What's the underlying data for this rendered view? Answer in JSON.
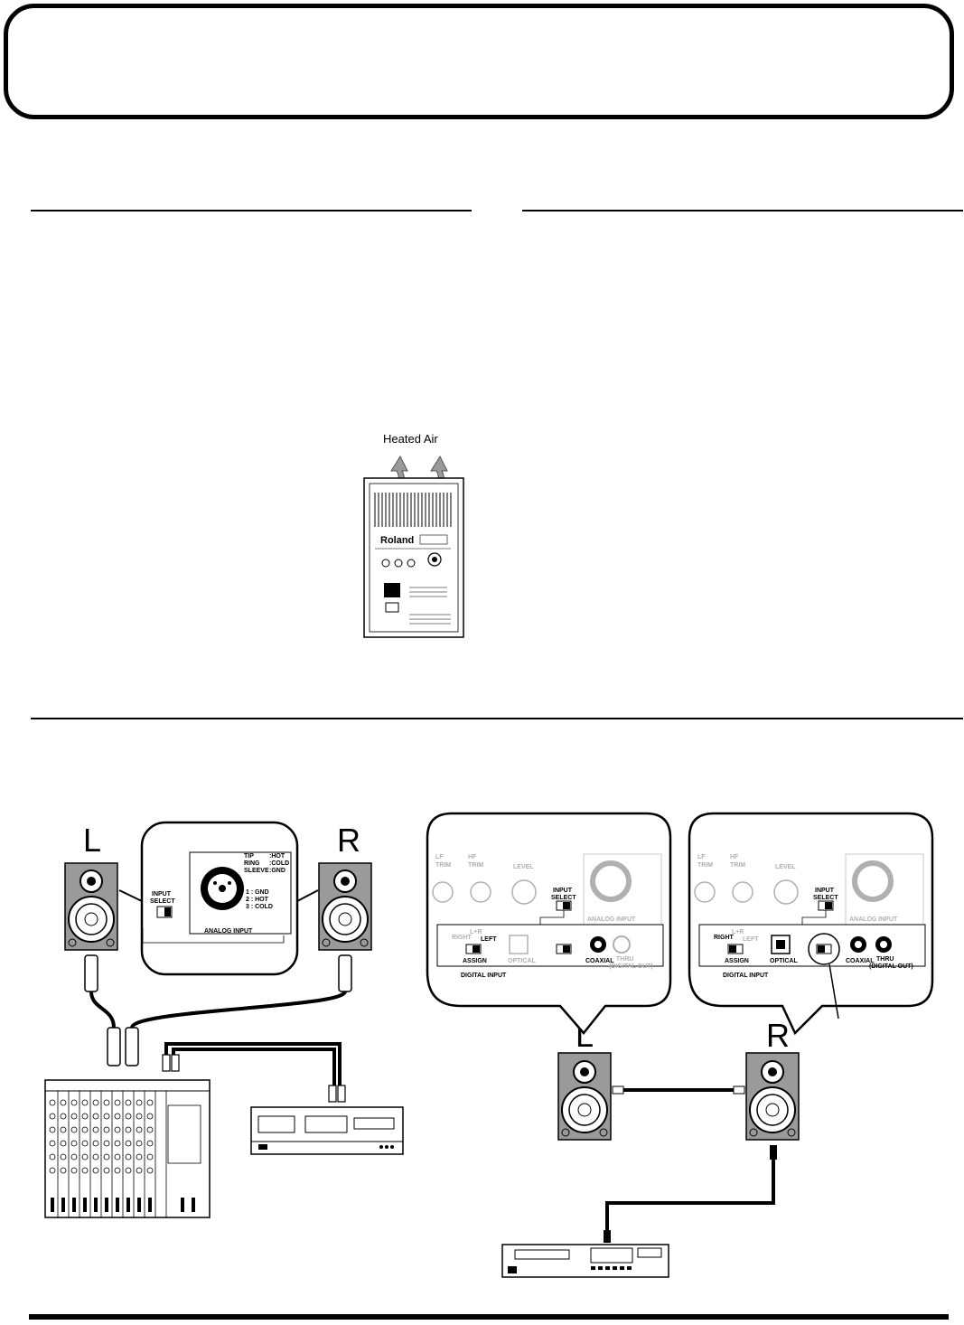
{
  "figure_top": {
    "heated_air_label": "Heated Air",
    "unit_brand": "Roland"
  },
  "figure_analog": {
    "left_label": "L",
    "right_label": "R",
    "jack_labels": [
      "TIP",
      "RING",
      "SLEEVE",
      ":HOT",
      ":COLD",
      ":GND"
    ],
    "pin_labels": [
      "1 : GND",
      "2 : HOT",
      "3 : COLD"
    ],
    "input_select": [
      "INPUT",
      "SELECT"
    ],
    "section_label": "ANALOG INPUT"
  },
  "figure_digital": {
    "left_label": "L",
    "right_label": "R",
    "knob_labels": [
      "LF",
      "TRIM",
      "HF",
      "TRIM",
      "LEVEL"
    ],
    "input_select": [
      "INPUT",
      "SELECT"
    ],
    "analog_label": "ANALOG INPUT",
    "assign_labels": [
      "RIGHT",
      "L+R",
      "LEFT",
      "ASSIGN"
    ],
    "optical_label": "OPTICAL",
    "coaxial_label": "COAXIAL",
    "thru_labels": [
      "THRU",
      "(DIGITAL OUT)"
    ],
    "digital_label": "DIGITAL INPUT"
  }
}
